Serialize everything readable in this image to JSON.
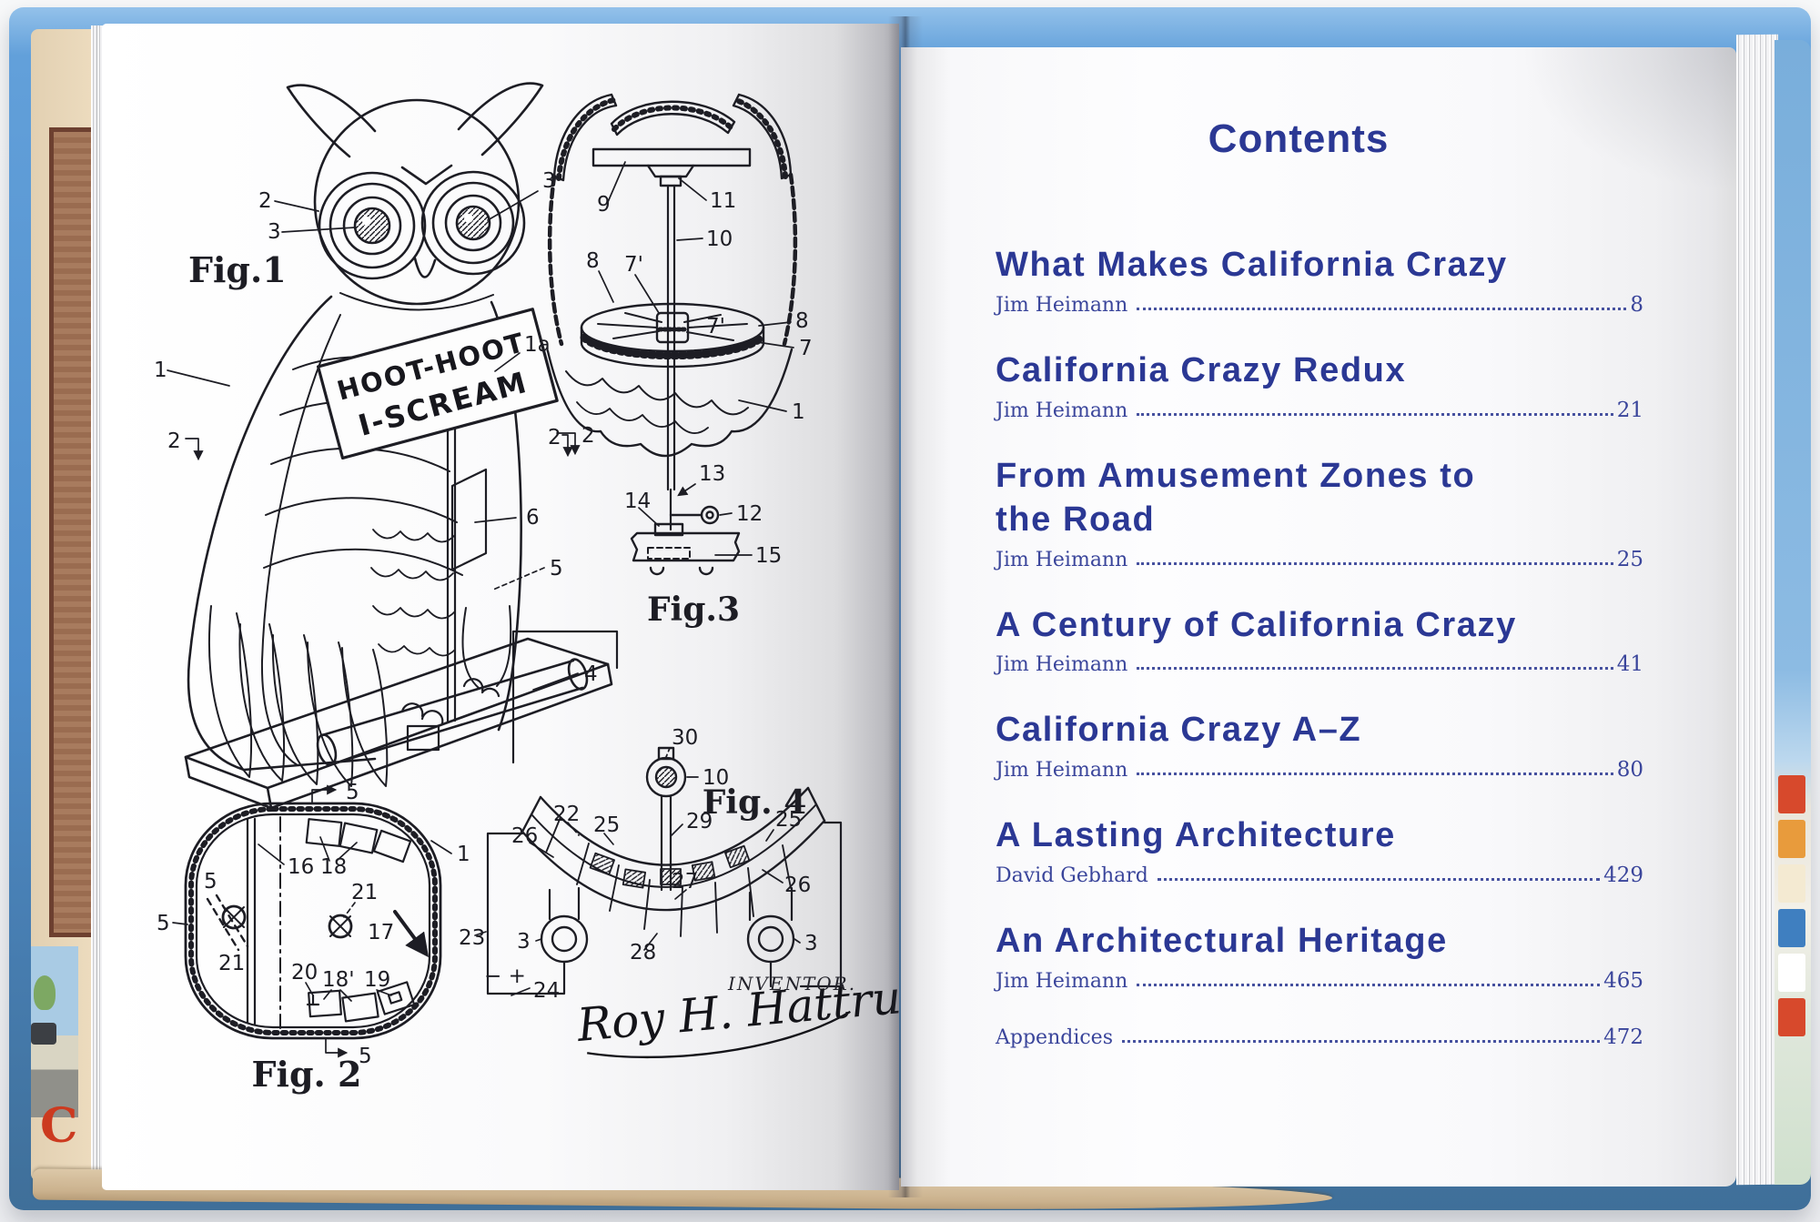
{
  "right_page": {
    "title": "Contents",
    "entries": [
      {
        "title": "What Makes California Crazy",
        "author": "Jim Heimann",
        "page": "8"
      },
      {
        "title": "California Crazy Redux",
        "author": "Jim Heimann",
        "page": "21"
      },
      {
        "title": "From Amusement Zones to\nthe Road",
        "author": "Jim Heimann",
        "page": "25"
      },
      {
        "title": "A Century of California Crazy",
        "author": "Jim Heimann",
        "page": "41"
      },
      {
        "title": "California Crazy A–Z",
        "author": "Jim Heimann",
        "page": "80"
      },
      {
        "title": "A Lasting Architecture",
        "author": "David Gebhard",
        "page": "429"
      },
      {
        "title": "An Architectural Heritage",
        "author": "Jim Heimann",
        "page": "465"
      }
    ],
    "appendix": {
      "label": "Appendices",
      "page": "472"
    }
  },
  "left_page": {
    "fig1": {
      "caption": "Fig.1",
      "banner_line1": "HOOT-HOOT",
      "banner_line2": "I-SCREAM",
      "callouts": [
        "2",
        "3",
        "3",
        "1",
        "1a",
        "2",
        "2",
        "6",
        "5",
        "4"
      ]
    },
    "fig2": {
      "caption": "Fig. 2",
      "callouts": [
        "5",
        "16",
        "18",
        "1",
        "5",
        "5",
        "21",
        "21",
        "17",
        "20",
        "18'",
        "19",
        "5"
      ]
    },
    "fig3": {
      "caption": "Fig.3",
      "callouts": [
        "9",
        "11",
        "10",
        "8",
        "7'",
        "8",
        "7'",
        "7",
        "1",
        "2",
        "13",
        "14",
        "12",
        "15"
      ]
    },
    "fig4": {
      "caption": "Fig. 4",
      "inventor_label": "INVENTOR.",
      "signature": "Roy H. Hattrup",
      "callouts": [
        "30",
        "10",
        "29",
        "22",
        "25",
        "26",
        "27",
        "25",
        "26",
        "28",
        "3",
        "3",
        "23",
        "24",
        "− +"
      ]
    }
  },
  "book_edges": {
    "left_page_letter": "C"
  },
  "colors": {
    "ink": "#1d1d24",
    "heading_blue": "#2b3894",
    "serif_blue": "#3a459b",
    "cover_blue": "#4f8cc9",
    "page_white": "#fbfbfc",
    "cream_page": "#eddcbf",
    "tan_edge": "#dcc8a8",
    "red_letter": "#cc3a1f"
  }
}
